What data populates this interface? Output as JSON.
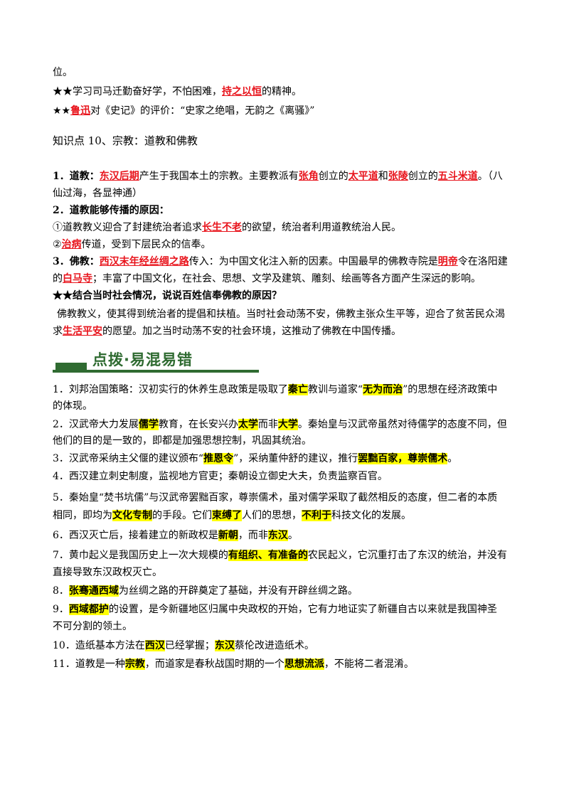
{
  "top": {
    "l1": "位。",
    "l2a": "★★学习司马迁勤奋好学，不怕困难，",
    "l2b": "持之以恒",
    "l2c": "的精神。",
    "l3a": "★★",
    "l3b": "鲁迅",
    "l3c": "对《史记》的评价：“史家之绝唱，无韵之《离骚》”"
  },
  "kp10": {
    "heading": "知识点 10、宗教：道教和佛教",
    "d1_label": "1．道教：",
    "d1_a": "东汉后期",
    "d1_b": "产生于我国本土的宗教。主要教派有",
    "d1_c": "张角",
    "d1_d": "创立的",
    "d1_e": "太平道",
    "d1_f": "和",
    "d1_g": "张陵",
    "d1_h": "创立的",
    "d1_i": "五斗米道",
    "d1_j": "。（八",
    "d1_k": "仙过海，各显神通）",
    "d2_label": "2．道教能够传播的原因：",
    "d2_a1": "①道教教义迎合了封建统治者追求",
    "d2_a2": "长生不老",
    "d2_a3": "的欲望，统治者利用道教统治人民。",
    "d2_b1": "②",
    "d2_b2": "治病",
    "d2_b3": "传道，受到下层民众的信奉。",
    "d3_label": "3．佛教：",
    "d3_a": "西汉末年经丝绸之路",
    "d3_b": "传入：为中国文化注入新的因素。中国最早的佛教寺院是",
    "d3_c": "明帝",
    "d3_d": "令在洛阳建",
    "d3_e1": "的",
    "d3_e2": "白马寺",
    "d3_e3": "；丰富了中国文化，在社会、思想、文学及建筑、雕刻、绘画等各方面产生深远的影响。",
    "q_label": "★★结合当时社会情况，说说百姓信奉佛教的原因？",
    "q_a": "佛教教义，使其得到统治者的提倡和扶植。当时社会动荡不安，佛教主张众生平等，迎合了贫苦民众渴",
    "q_b1": "求",
    "q_b2": "生活平安",
    "q_b3": "的愿望。加之当时动荡不安的社会环境，这推动了佛教在中国传播。"
  },
  "banner": {
    "title": "点拨·易混易错"
  },
  "items": {
    "i1a": "1．刘邦治国策略：汉初实行的休养生息政策是吸取了",
    "i1b": "秦亡",
    "i1c": "教训与道家“",
    "i1d": "无为而治",
    "i1e": "”的思想在经济政策中",
    "i1f": "的体现。",
    "i2a": "2．汉武帝大力发展",
    "i2b": "儒学",
    "i2c": "教育，在长安兴办",
    "i2d": "太学",
    "i2e": "而非",
    "i2f": "大学",
    "i2g": "。秦始皇与汉武帝虽然对待儒学的态度不同，但",
    "i2h": "他们的目的是一致的，即都是加强思想控制，巩固其统治。",
    "i3a": "3．汉武帝采纳主父偃的建议颁布“",
    "i3b": "推恩令",
    "i3c": "”，采纳董仲舒的建议，推行",
    "i3d": "罢黜百家，尊崇儒术",
    "i3e": "。",
    "i4": "4．西汉建立刺史制度，监视地方官吏；秦朝设立御史大夫，负责监察百官。",
    "i5a": "5．秦始皇“焚书坑儒”与汉武帝罢黜百家，尊崇儒术，虽对儒学采取了截然相反的态度，但二者的本质",
    "i5b": "相同，即均为",
    "i5c": "文化专制",
    "i5d": "的手段。它们",
    "i5e": "束缚了",
    "i5f": "人们的思想，",
    "i5g": "不利于",
    "i5h": "科技文化的发展。",
    "i6a": "6．西汉灭亡后，接着建立的新政权是",
    "i6b": "新朝",
    "i6c": "，而非",
    "i6d": "东汉",
    "i6e": "。",
    "i7a": "7．黄巾起义是我国历史上一次大规模的",
    "i7b": "有组织、有准备的",
    "i7c": "农民起义，它沉重打击了东汉的统治，并没有",
    "i7d": "直接导致东汉政权灭亡。",
    "i8a": "8．",
    "i8b": "张骞通西域",
    "i8c": "为丝绸之路的开辟奠定了基础，并没有开辟丝绸之路。",
    "i9a": "9．",
    "i9b": "西域都护",
    "i9c": "的设置，是今新疆地区归属中央政权的开始，它有力地证实了新疆自古以来就是我国神圣",
    "i9d": "不可分割的领土。",
    "i10a": "10．造纸基本方法在",
    "i10b": "西汉",
    "i10c": "已经掌握；",
    "i10d": "东汉",
    "i10e": "蔡伦改进造纸术。",
    "i11a": "11．道教是一种",
    "i11b": "宗教",
    "i11c": "，而道家是春秋战国时期的一个",
    "i11d": "思想流派",
    "i11e": "，不能将二者混淆。"
  }
}
